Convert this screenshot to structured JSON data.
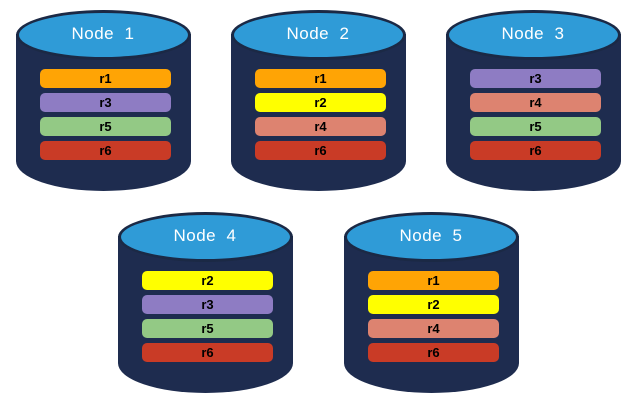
{
  "diagram": {
    "background_color": "#FFFFFF",
    "node_body_color": "#1E2C4F",
    "node_top_color": "#2F9BD7",
    "node_outline_color": "#1B2945",
    "node_label_color": "#FFFFFF",
    "replica_label_color": "#000000",
    "replica_colors": {
      "r1": "#FFA405",
      "r2": "#FFFF00",
      "r3": "#8E7CC3",
      "r4": "#DD8370",
      "r5": "#93C985",
      "r6": "#C93B26"
    },
    "nodes": [
      {
        "label": "Node  1",
        "replicas": [
          "r1",
          "r3",
          "r5",
          "r6"
        ]
      },
      {
        "label": "Node  2",
        "replicas": [
          "r1",
          "r2",
          "r4",
          "r6"
        ]
      },
      {
        "label": "Node  3",
        "replicas": [
          "r3",
          "r4",
          "r5",
          "r6"
        ]
      },
      {
        "label": "Node  4",
        "replicas": [
          "r2",
          "r3",
          "r5",
          "r6"
        ]
      },
      {
        "label": "Node  5",
        "replicas": [
          "r1",
          "r2",
          "r4",
          "r6"
        ]
      }
    ]
  }
}
